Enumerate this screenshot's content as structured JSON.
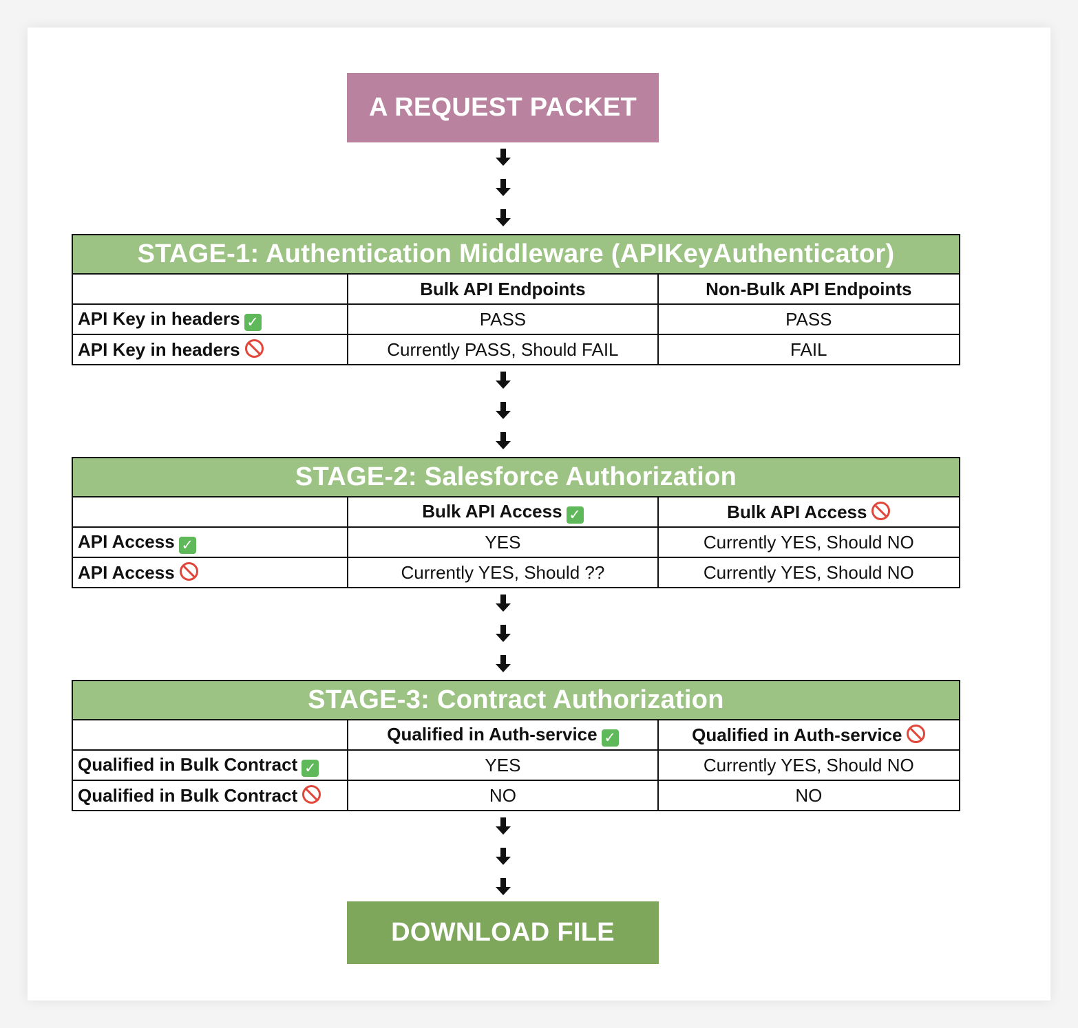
{
  "start_box": {
    "label": "A REQUEST PACKET"
  },
  "end_box": {
    "label": "DOWNLOAD FILE"
  },
  "stages": [
    {
      "title": "STAGE-1: Authentication Middleware (APIKeyAuthenticator)",
      "columns": [
        "Bulk API Endpoints",
        "Non-Bulk API Endpoints"
      ],
      "rows": [
        {
          "label": "API Key in headers",
          "status_icon": "check-icon",
          "cells": [
            "PASS",
            "PASS"
          ]
        },
        {
          "label": "API Key in headers",
          "status_icon": "prohibited-icon",
          "cells": [
            "Currently PASS, Should FAIL",
            "FAIL"
          ]
        }
      ]
    },
    {
      "title": "STAGE-2: Salesforce Authorization",
      "columns": [
        "Bulk API Access",
        "Bulk API Access"
      ],
      "column_icons": [
        "check-icon",
        "prohibited-icon"
      ],
      "rows": [
        {
          "label": "API Access",
          "status_icon": "check-icon",
          "cells": [
            "YES",
            "Currently YES, Should NO"
          ]
        },
        {
          "label": "API Access",
          "status_icon": "prohibited-icon",
          "cells": [
            "Currently YES, Should ??",
            "Currently YES, Should NO"
          ]
        }
      ]
    },
    {
      "title": "STAGE-3: Contract Authorization",
      "columns": [
        "Qualified in Auth-service",
        "Qualified in Auth-service"
      ],
      "column_icons": [
        "check-icon",
        "prohibited-icon"
      ],
      "rows": [
        {
          "label": "Qualified in Bulk Contract",
          "status_icon": "check-icon",
          "cells": [
            "YES",
            "Currently YES, Should NO"
          ]
        },
        {
          "label": "Qualified in Bulk Contract",
          "status_icon": "prohibited-icon",
          "cells": [
            "NO",
            "NO"
          ]
        }
      ]
    }
  ],
  "colors": {
    "start_box": "#b9829f",
    "stage_header": "#9dc384",
    "end_box": "#7ea75b",
    "check": "#5fb85a",
    "prohibited": "#e0473a"
  }
}
